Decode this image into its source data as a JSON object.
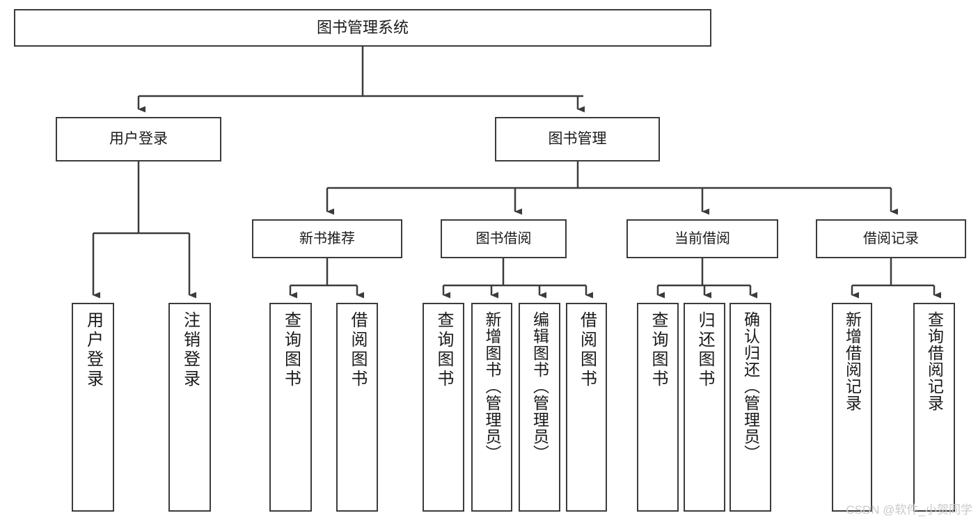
{
  "diagram": {
    "type": "tree",
    "title": "图书管理系统",
    "root": {
      "label": "图书管理系统"
    },
    "level2": [
      {
        "label": "用户登录"
      },
      {
        "label": "图书管理"
      }
    ],
    "level3": [
      {
        "label": "新书推荐",
        "parent": "图书管理"
      },
      {
        "label": "图书借阅",
        "parent": "图书管理"
      },
      {
        "label": "当前借阅",
        "parent": "图书管理"
      },
      {
        "label": "借阅记录",
        "parent": "图书管理"
      }
    ],
    "leaves": [
      {
        "label": "用户登录",
        "parent": "用户登录"
      },
      {
        "label": "注销登录",
        "parent": "用户登录"
      },
      {
        "label": "查询图书",
        "parent": "新书推荐"
      },
      {
        "label": "借阅图书",
        "parent": "新书推荐"
      },
      {
        "label": "查询图书",
        "parent": "图书借阅"
      },
      {
        "label": "新增图书（管理员）",
        "parent": "图书借阅"
      },
      {
        "label": "编辑图书（管理员）",
        "parent": "图书借阅"
      },
      {
        "label": "借阅图书",
        "parent": "图书借阅"
      },
      {
        "label": "查询图书",
        "parent": "当前借阅"
      },
      {
        "label": "归还图书",
        "parent": "当前借阅"
      },
      {
        "label": "确认归还（管理员）",
        "parent": "当前借阅"
      },
      {
        "label": "新增借阅记录",
        "parent": "借阅记录"
      },
      {
        "label": "查询借阅记录",
        "parent": "借阅记录"
      }
    ]
  },
  "watermark": {
    "text": "CSDN @软件_小贺同学"
  },
  "colors": {
    "box_border": "#3b3b3b",
    "background": "#ffffff",
    "text": "#1a1a1a",
    "watermark": "#c9c9c9"
  }
}
